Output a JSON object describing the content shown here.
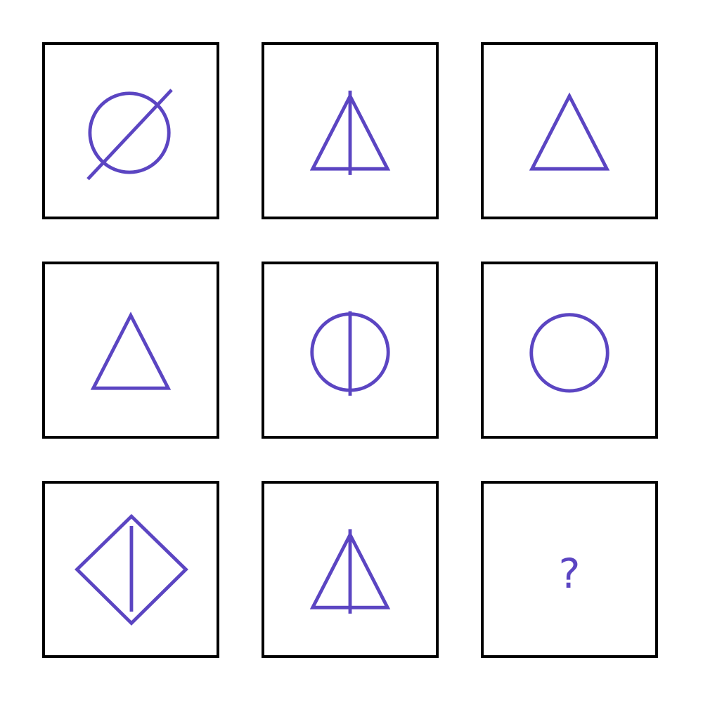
{
  "colors": {
    "shape": "#5b45c2",
    "border": "#000000",
    "background": "#ffffff"
  },
  "grid": {
    "rows": 3,
    "cols": 3
  },
  "cells": [
    {
      "shape": "circle",
      "line": "diagonal"
    },
    {
      "shape": "triangle",
      "line": "vertical"
    },
    {
      "shape": "triangle",
      "line": "none"
    },
    {
      "shape": "triangle",
      "line": "none"
    },
    {
      "shape": "circle",
      "line": "vertical"
    },
    {
      "shape": "circle",
      "line": "none"
    },
    {
      "shape": "diamond",
      "line": "vertical"
    },
    {
      "shape": "triangle",
      "line": "vertical"
    },
    {
      "shape": "unknown",
      "text": "?"
    }
  ]
}
